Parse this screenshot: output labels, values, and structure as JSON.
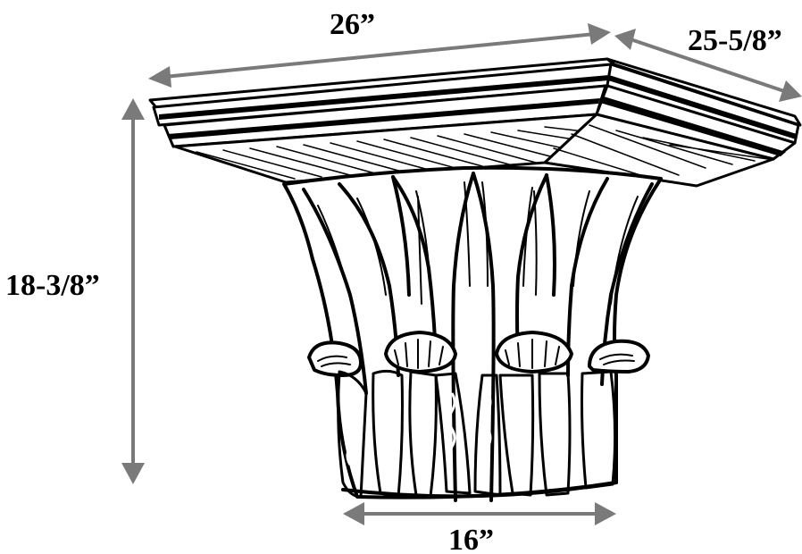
{
  "dimensions": {
    "top_width": "26”",
    "depth": "25-5/8”",
    "height": "18-3/8”",
    "base_width": "16”"
  },
  "colors": {
    "arrow": "#7a7a7a",
    "ink": "#000000",
    "background": "#ffffff"
  }
}
